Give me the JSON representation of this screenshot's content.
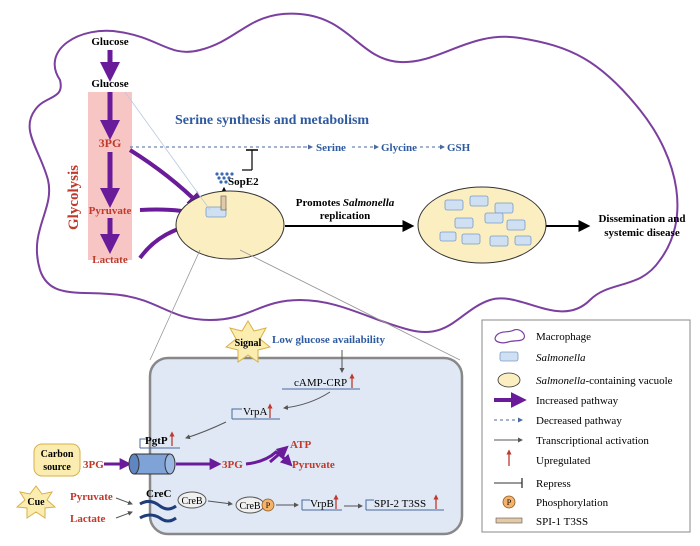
{
  "colors": {
    "purple": "#6a1b9a",
    "macrophage_outline": "#7b3fa0",
    "red_text": "#c0392b",
    "blue_text": "#2e5aa0",
    "glycolysis_box": "#f7c6c4",
    "vacuole_fill": "#fbeec0",
    "cell_fill": "#dfe8f4",
    "salmonella_fill": "#cfe0f2",
    "star_fill": "#fbecb0",
    "phospho_fill": "#f5b26b"
  },
  "top": {
    "glucose_outside": "Glucose",
    "glucose_inside": "Glucose",
    "glycolysis": "Glycolysis",
    "metabolite_3pg": "3PG",
    "pyruvate": "Pyruvate",
    "lactate": "Lactate",
    "serine_title": "Serine synthesis and metabolism",
    "serine": "Serine",
    "glycine": "Glycine",
    "gsh": "GSH",
    "sope2": "SopE2",
    "promotes_line1_prefix": "Promotes ",
    "promotes_line1_italic": "Salmonella",
    "promotes_line2": "replication",
    "dissemination_line1": "Dissemination and",
    "dissemination_line2": "systemic disease"
  },
  "bottom": {
    "signal": "Signal",
    "low_glucose": "Low glucose availability",
    "camp_crp": "cAMP-CRP",
    "vrpa": "VrpA",
    "pgtp": "PgtP",
    "carbon_source_line1": "Carbon",
    "carbon_source_line2": "source",
    "outer_3pg": "3PG",
    "inner_3pg": "3PG",
    "atp": "ATP",
    "pyruvate": "Pyruvate",
    "cue": "Cue",
    "cue_pyruvate": "Pyruvate",
    "cue_lactate": "Lactate",
    "crec": "CreC",
    "creb": "CreB",
    "creb_p": "CreB",
    "p_symbol": "P",
    "vrpb": "VrpB",
    "spi2": "SPI-2 T3SS"
  },
  "legend": {
    "items": [
      {
        "label": "Macrophage",
        "italic": false
      },
      {
        "label": "Salmonella",
        "italic": true
      },
      {
        "label": "Salmonella",
        "suffix": "-containing vacuole",
        "italic": true
      },
      {
        "label": "Increased pathway",
        "italic": false
      },
      {
        "label": "Decreased pathway",
        "italic": false
      },
      {
        "label": "Transcriptional activation",
        "italic": false
      },
      {
        "label": "Upregulated",
        "italic": false
      },
      {
        "label": "Repress",
        "italic": false
      },
      {
        "label": "Phosphorylation",
        "italic": false
      },
      {
        "label": "SPI-1 T3SS",
        "italic": false
      }
    ],
    "p_symbol": "P"
  }
}
